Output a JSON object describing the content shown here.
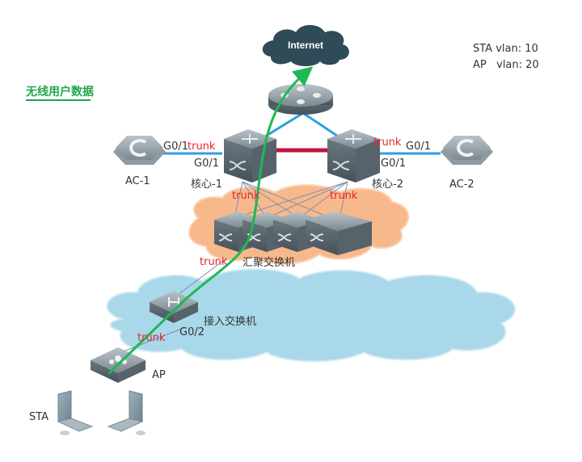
{
  "legend": {
    "sta_vlan": "STA vlan: 10",
    "ap_vlan": "AP   vlan: 20"
  },
  "title": "无线用户数据",
  "colors": {
    "title_green": "#1fa64a",
    "flow_green": "#1db954",
    "link_blue": "#2a9fe0",
    "link_red": "#c0143c",
    "trunk_red": "#e8262c",
    "internet_cloud": "#2e4b57",
    "agg_cloud": "#f7b98c",
    "access_cloud": "#a8d8ea"
  },
  "nodes": {
    "internet": "Internet",
    "ac1": "AC-1",
    "ac2": "AC-2",
    "core1": "核心-1",
    "core2": "核心-2",
    "aggregation": "汇聚交换机",
    "access": "接入交换机",
    "ap": "AP",
    "sta": "STA"
  },
  "ports": {
    "ac1_port": "G0/1",
    "core1_port": "G0/1",
    "ac2_port": "G0/1",
    "core2_port": "G0/1",
    "access_port": "G0/2"
  },
  "trunks": {
    "core1_ac1": "trunk",
    "core2_ac2": "trunk",
    "core1_agg": "trunk",
    "core2_agg": "trunk",
    "agg_access": "trunk",
    "access_ap": "trunk"
  }
}
